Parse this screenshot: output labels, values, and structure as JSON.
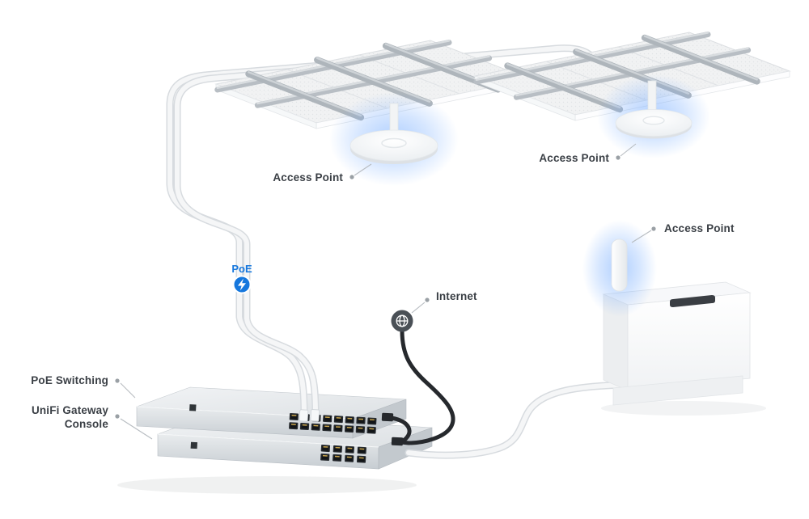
{
  "diagram": {
    "labels": {
      "access_point_ceiling_left": "Access Point",
      "access_point_ceiling_right": "Access Point",
      "access_point_wall": "Access Point",
      "poe": "PoE",
      "internet": "Internet",
      "poe_switching": "PoE Switching",
      "gateway_console_lines": [
        "UniFi Gateway",
        "Console"
      ]
    },
    "icons": {
      "poe_badge": "lightning-bolt-icon",
      "internet_badge": "globe-icon"
    },
    "colors": {
      "poe_accent": "#1577dd",
      "internet_badge_bg": "#4a5056",
      "label_text": "#3a3f45",
      "ap_glow": "#6ea8ff",
      "cable_white": "#f5f6f7",
      "cable_black": "#26292d"
    }
  }
}
